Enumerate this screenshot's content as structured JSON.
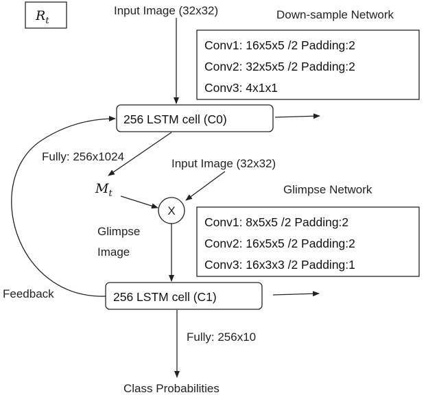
{
  "rt_label": {
    "main": "R",
    "sub": "t"
  },
  "mt_label": {
    "main": "M",
    "sub": "t"
  },
  "input_image_top": "Input Image (32x32)",
  "input_image_mid": "Input Image (32x32)",
  "downsample_title": "Down-sample Network",
  "downsample_layers": [
    "Conv1: 16x5x5 /2 Padding:2",
    "Conv2: 32x5x5 /2 Padding:2",
    "Conv3: 4x1x1"
  ],
  "lstm_c0": "256 LSTM cell (C0)",
  "lstm_c1": "256 LSTM cell (C1)",
  "fully_1": "Fully: 256x1024",
  "fully_2": "Fully: 256x10",
  "multiply_symbol": "X",
  "glimpse_title": "Glimpse Network",
  "glimpse_layers": [
    "Conv1: 8x5x5 /2 Padding:2",
    "Conv2: 16x5x5 /2 Padding:2",
    "Conv3: 16x3x3 /2 Padding:1"
  ],
  "glimpse_image_label": [
    "Glimpse",
    "Image"
  ],
  "feedback_label": "Feedback",
  "output_label": "Class Probabilities"
}
